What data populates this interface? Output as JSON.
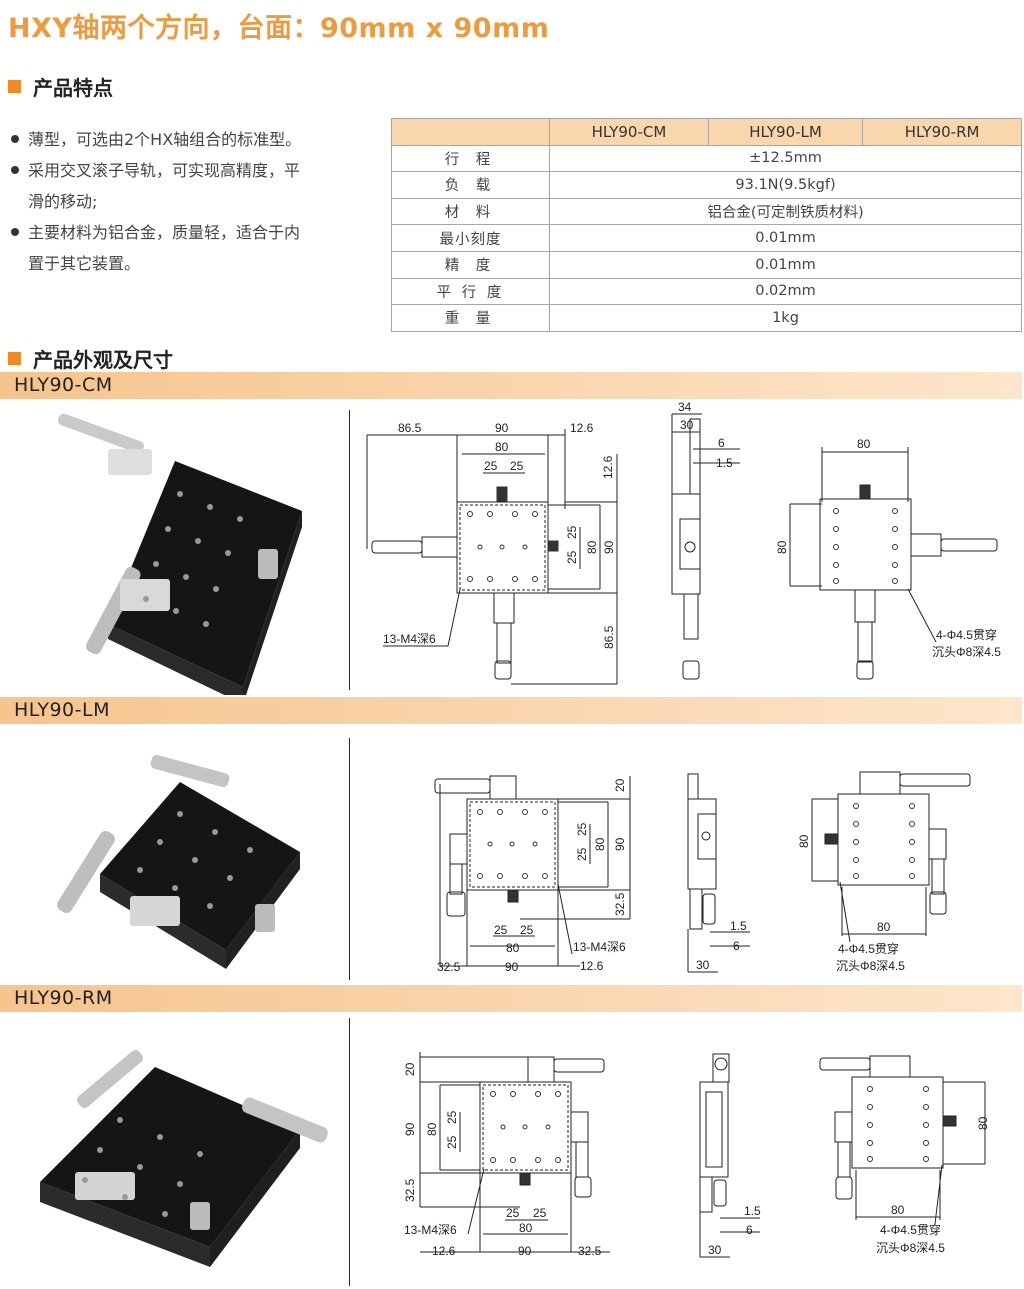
{
  "page": {
    "title": "HXY轴两个方向，台面：90mm x 90mm"
  },
  "features_section": {
    "heading": "产品特点",
    "items": [
      "薄型，可选由2个HX轴组合的标准型。",
      "采用交叉滚子导轨，可实现高精度，平滑的移动;",
      "主要材料为铝合金，质量轻，适合于内置于其它装置。"
    ]
  },
  "spec_table": {
    "models": [
      "HLY90-CM",
      "HLY90-LM",
      "HLY90-RM"
    ],
    "rows": [
      {
        "label": "行    程",
        "value": "±12.5mm"
      },
      {
        "label": "负    载",
        "value": "93.1N(9.5kgf)"
      },
      {
        "label": "材    料",
        "value": "铝合金(可定制铁质材料)"
      },
      {
        "label": "最小刻度",
        "value": "0.01mm"
      },
      {
        "label": "精    度",
        "value": "0.01mm"
      },
      {
        "label": "平 行 度",
        "value": "0.02mm"
      },
      {
        "label": "重    量",
        "value": "1kg"
      }
    ]
  },
  "dims_section": {
    "heading": "产品外观及尺寸",
    "models": [
      {
        "name": "HLY90-CM",
        "labels": [
          "86.5",
          "90",
          "12.6",
          "80",
          "25",
          "25",
          "12.6",
          "25",
          "25",
          "80",
          "90",
          "86.5",
          "13-M4深6",
          "34",
          "30",
          "6",
          "1.5",
          "80",
          "80",
          "4-Φ4.5贯穿",
          "沉头Φ8深4.5"
        ]
      },
      {
        "name": "HLY90-LM",
        "labels": [
          "20",
          "25",
          "25",
          "80",
          "90",
          "32.5",
          "25",
          "25",
          "80",
          "90",
          "32.5",
          "12.6",
          "13-M4深6",
          "1.5",
          "6",
          "30",
          "80",
          "80",
          "4-Φ4.5贯穿",
          "沉头Φ8深4.5"
        ]
      },
      {
        "name": "HLY90-RM",
        "labels": [
          "20",
          "90",
          "80",
          "25",
          "25",
          "32.5",
          "13-M4深6",
          "25",
          "25",
          "80",
          "12.6",
          "90",
          "32.5",
          "1.5",
          "6",
          "30",
          "80",
          "80",
          "4-Φ4.5贯穿",
          "沉头Φ8深4.5"
        ]
      }
    ]
  }
}
